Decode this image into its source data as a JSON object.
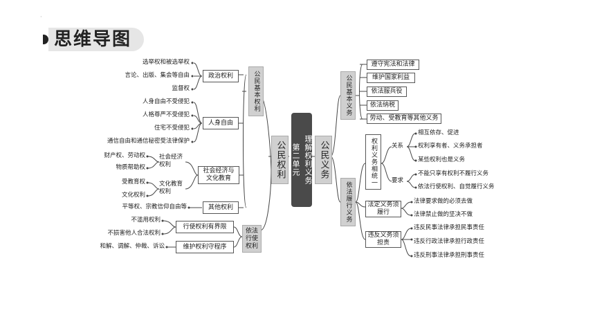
{
  "title": "思维导图",
  "center": {
    "left_col": "第二单元",
    "right_col": "理解权利义务"
  },
  "rights": {
    "main": "公民权利",
    "basic": "公民基本权利",
    "politics": {
      "label": "政治权利",
      "items": [
        "选举权和被选举权",
        "言论、出版、集会等自由",
        "监督权"
      ]
    },
    "personal": {
      "label": "人身自由",
      "items": [
        "人身自由不受侵犯",
        "人格尊严不受侵犯",
        "住宅不受侵犯",
        "通信自由和通信秘密受法律保护"
      ]
    },
    "socio": {
      "label": "社会经济与文化教育",
      "econ": {
        "label": "社会经济权利",
        "items": [
          "财产权、劳动权",
          "物质帮助权"
        ]
      },
      "culture": {
        "label": "文化教育权利",
        "items": [
          "受教育权",
          "文化权利"
        ]
      }
    },
    "other": {
      "label": "其他权利",
      "items": [
        "平等权、宗教信仰自由等"
      ]
    },
    "exercise": "依法行使权利",
    "limits": {
      "label": "行使权利有界限",
      "items": [
        "不滥用权利",
        "不损害他人合法权利"
      ]
    },
    "procedure": {
      "label": "维护权利守程序",
      "items": [
        "和解、调解、仲裁、诉讼"
      ]
    }
  },
  "duties": {
    "main": "公民义务",
    "basic": "公民基本义务",
    "basic_items": [
      "遵守宪法和法律",
      "维护国家利益",
      "依法服兵役",
      "依法纳税",
      "劳动、受教育等其他义务"
    ],
    "perform": "依法履行义务",
    "unity": "权利义务相统一",
    "relation": {
      "label": "关系",
      "items": [
        "相互依存、促进",
        "权利享有者、义务承担者",
        "某些权利也是义务"
      ]
    },
    "require": {
      "label": "要求",
      "items": [
        "不能只享有权利不履行义务",
        "依法行使权利、自觉履行义务"
      ]
    },
    "legal": {
      "label": "法定义务须履行",
      "items": [
        "法律要求做的必须去做",
        "法律禁止做的坚决不做"
      ]
    },
    "violate": {
      "label": "违反义务须担责",
      "items": [
        "违反民事法律承担民事责任",
        "违反行政法律承担行政责任",
        "违反刑事法律承担刑事责任"
      ]
    }
  }
}
